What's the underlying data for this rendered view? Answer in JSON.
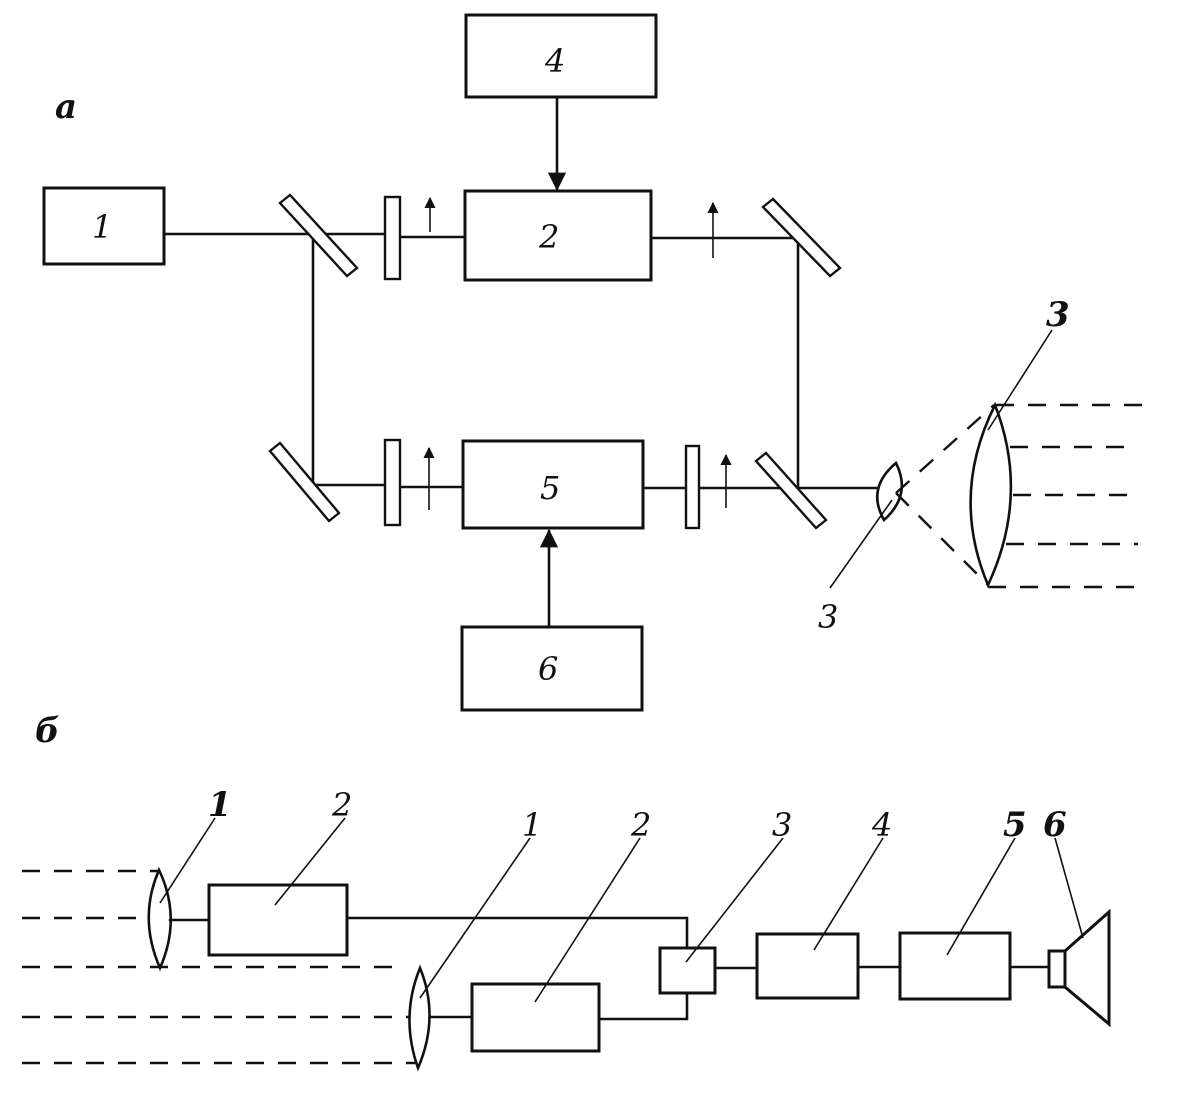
{
  "panel_a": {
    "tag": "а",
    "labels": {
      "laser": "1",
      "modulator_upper": "2",
      "lens_small": "3",
      "lens_large": "3",
      "generator_upper": "4",
      "modulator_lower": "5",
      "generator_lower": "6"
    }
  },
  "panel_b": {
    "tag": "б",
    "labels": {
      "lens_1": "1",
      "detector_1": "2",
      "lens_2": "1",
      "detector_2": "2",
      "mixer": "3",
      "block_4": "4",
      "block_5": "5",
      "speaker": "6"
    }
  }
}
